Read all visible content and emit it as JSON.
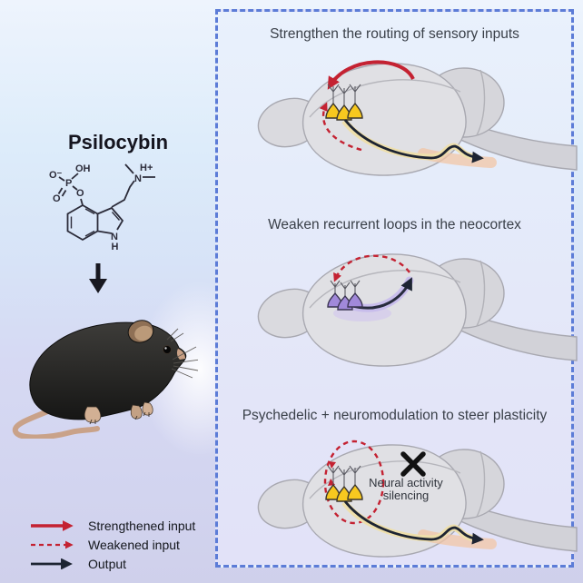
{
  "molecule": {
    "title": "Psilocybin",
    "atoms": {
      "o_minus": "O⁻",
      "oh": "OH",
      "p": "P",
      "o_double": "O",
      "o_ester": "O",
      "amine_h": "H+",
      "amine_n": "N",
      "indole_n": "N",
      "indole_h": "H"
    }
  },
  "panels": [
    {
      "title": "Strengthen the routing of sensory inputs"
    },
    {
      "title": "Weaken recurrent loops in the neocortex"
    },
    {
      "title": "Psychedelic + neuromodulation to steer plasticity",
      "annotation_line1": "Neural activity",
      "annotation_line2": "silencing"
    }
  ],
  "legend": {
    "items": [
      {
        "label": "Strengthened input",
        "style": "red-solid-arrow"
      },
      {
        "label": "Weakened input",
        "style": "red-dashed-arrow"
      },
      {
        "label": "Output",
        "style": "black-solid-arrow"
      }
    ]
  },
  "colors": {
    "strengthened_input": "#c42232",
    "weakened_input": "#c42232",
    "output": "#1d2432",
    "panel_border": "#5c7cd7",
    "neuron_yellow": "#f7c81f",
    "neuron_purple": "#a189da"
  }
}
